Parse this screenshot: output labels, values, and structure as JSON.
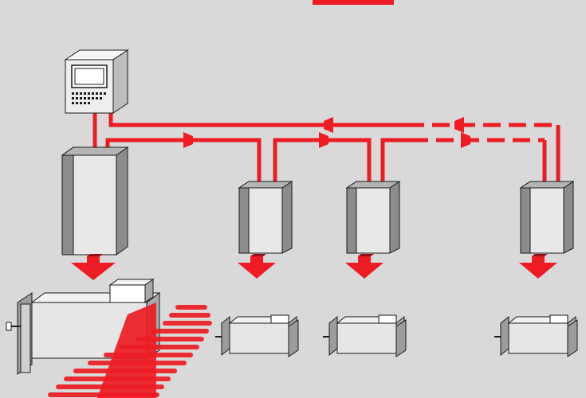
{
  "diagram": {
    "colors": {
      "background": "#d9d9d9",
      "signal": "#ed1c24",
      "cabinet_side": "#8c8c8c",
      "cabinet_inner": "#e8e8e8",
      "motor_body": "#e6e6e6",
      "outline": "#1a1a1a"
    },
    "nodes": [
      {
        "id": "controller",
        "kind": "control-panel-icon"
      },
      {
        "id": "drive-main",
        "kind": "servo-drive-icon"
      },
      {
        "id": "drive-2",
        "kind": "servo-drive-icon"
      },
      {
        "id": "drive-3",
        "kind": "servo-drive-icon"
      },
      {
        "id": "drive-4",
        "kind": "servo-drive-icon"
      },
      {
        "id": "motor-main",
        "kind": "linear-motor-icon"
      },
      {
        "id": "motor-2",
        "kind": "motor-icon"
      },
      {
        "id": "motor-3",
        "kind": "motor-icon"
      },
      {
        "id": "motor-4",
        "kind": "motor-icon"
      }
    ],
    "links": [
      {
        "from": "controller",
        "to": "drive-main",
        "style": "solid"
      },
      {
        "from": "drive-main",
        "to": "drive-2",
        "style": "solid"
      },
      {
        "from": "drive-2",
        "to": "drive-3",
        "style": "solid"
      },
      {
        "from": "drive-3",
        "to": "drive-4",
        "style": "dashed"
      },
      {
        "from": "drive-4",
        "to": "controller",
        "style": "dashed-return"
      }
    ]
  }
}
